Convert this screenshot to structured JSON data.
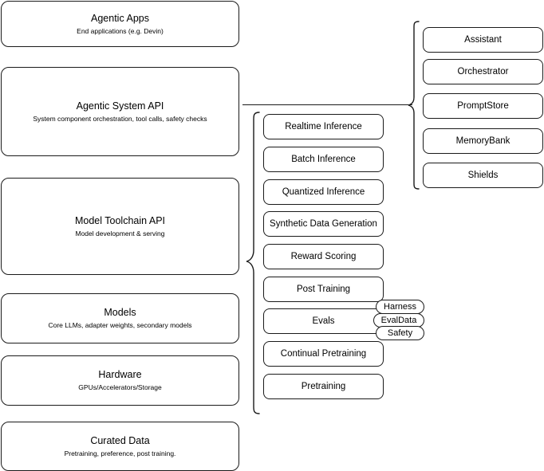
{
  "diagram": {
    "title": "LLM Stack Architecture Diagram",
    "stroke_color": "#1a1a1a",
    "background_color": "#ffffff"
  },
  "layers": [
    {
      "title": "Agentic Apps",
      "subtitle": "End applications (e.g. Devin)"
    },
    {
      "title": "Agentic System API",
      "subtitle": "System component orchestration, tool calls, safety checks"
    },
    {
      "title": "Model Toolchain API",
      "subtitle": "Model development & serving"
    },
    {
      "title": "Models",
      "subtitle": "Core LLMs, adapter weights, secondary models"
    },
    {
      "title": "Hardware",
      "subtitle": "GPUs/Accelerators/Storage"
    },
    {
      "title": "Curated Data",
      "subtitle": "Pretraining, preference, post training."
    }
  ],
  "toolchain_components": [
    {
      "label": "Realtime Inference"
    },
    {
      "label": "Batch Inference"
    },
    {
      "label": "Quantized Inference"
    },
    {
      "label": "Synthetic Data Generation"
    },
    {
      "label": "Reward Scoring"
    },
    {
      "label": "Post Training"
    },
    {
      "label": "Evals"
    },
    {
      "label": "Continual Pretraining"
    },
    {
      "label": "Pretraining"
    }
  ],
  "system_components": [
    {
      "label": "Assistant"
    },
    {
      "label": "Orchestrator"
    },
    {
      "label": "PromptStore"
    },
    {
      "label": "MemoryBank"
    },
    {
      "label": "Shields"
    }
  ],
  "evals_subcomponents": [
    {
      "label": "Harness"
    },
    {
      "label": "EvalData"
    },
    {
      "label": "Safety"
    }
  ]
}
